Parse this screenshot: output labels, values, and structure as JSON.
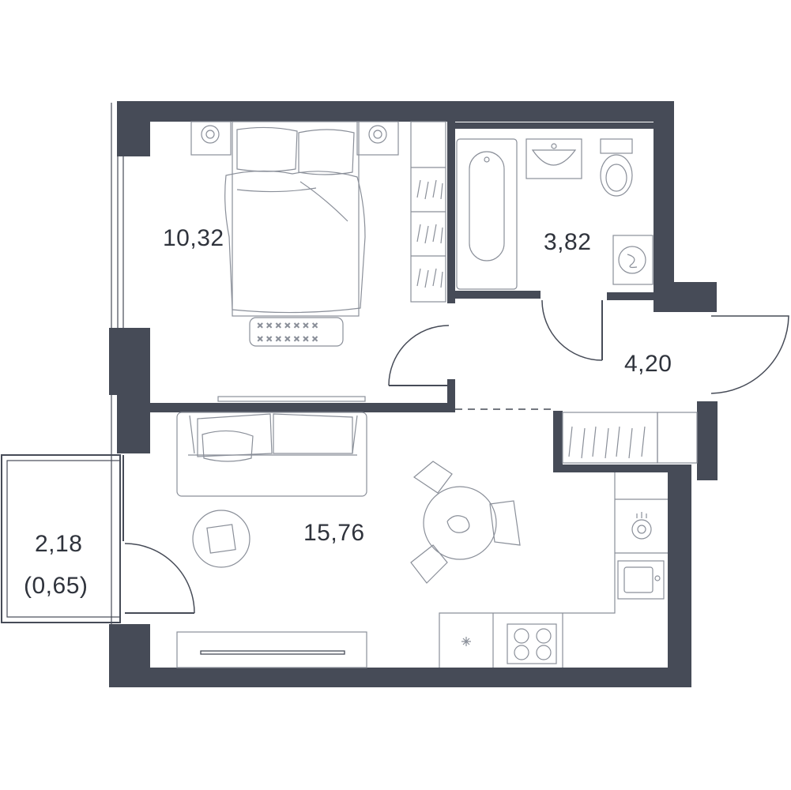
{
  "rooms": {
    "bedroom": {
      "area": "10,32"
    },
    "bathroom": {
      "area": "3,82"
    },
    "hallway": {
      "area": "4,20"
    },
    "living_kitchen": {
      "area": "15,76"
    },
    "balcony": {
      "area": "2,18",
      "reduced_area": "(0,65)"
    }
  },
  "colors": {
    "wall": "#464b57",
    "furniture": "#8a8f99",
    "background": "#ffffff"
  }
}
